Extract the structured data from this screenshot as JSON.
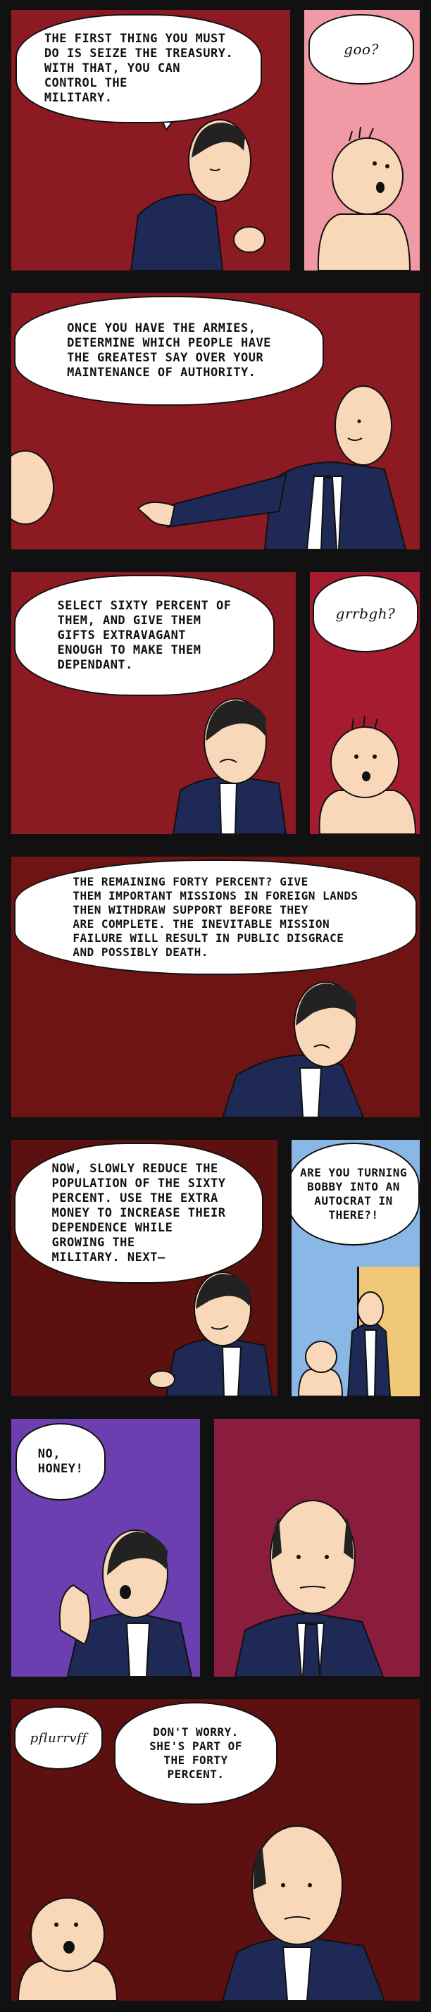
{
  "comic": {
    "panels": [
      {
        "id": "panel-1a",
        "speech": "THE FIRST THING YOU MUST\nDO IS SEIZE THE TREASURY.\nWITH THAT, YOU CAN\nCONTROL THE\nMILITARY.",
        "background": "#8b1a22"
      },
      {
        "id": "panel-1b",
        "speech": "goo?",
        "background": "#f09aa6"
      },
      {
        "id": "panel-2",
        "speech": "ONCE YOU HAVE THE ARMIES,\nDETERMINE WHICH PEOPLE HAVE\nTHE GREATEST SAY OVER YOUR\nMAINTENANCE OF AUTHORITY.",
        "background": "#8b1a22"
      },
      {
        "id": "panel-3a",
        "speech": "SELECT SIXTY PERCENT OF\nTHEM, AND GIVE THEM\nGIFTS EXTRAVAGANT\nENOUGH TO MAKE THEM\nDEPENDANT.",
        "background": "#8b1a22"
      },
      {
        "id": "panel-3b",
        "speech": "grrbgh?",
        "background": "#a51c30"
      },
      {
        "id": "panel-4",
        "speech": "THE REMAINING FORTY PERCENT? GIVE\nTHEM IMPORTANT MISSIONS IN FOREIGN LANDS\nTHEN WITHDRAW SUPPORT BEFORE THEY\nARE COMPLETE. THE INEVITABLE MISSION\nFAILURE WILL RESULT IN PUBLIC DISGRACE\nAND POSSIBLY DEATH.",
        "background": "#6f1414"
      },
      {
        "id": "panel-5a",
        "speech": "NOW, SLOWLY REDUCE THE\nPOPULATION OF THE SIXTY\nPERCENT. USE THE EXTRA\nMONEY TO INCREASE THEIR\nDEPENDENCE WHILE\nGROWING THE\nMILITARY. NEXT—",
        "background": "#5c1010"
      },
      {
        "id": "panel-5b",
        "speech": "ARE YOU TURNING\nBOBBY INTO AN\nAUTOCRAT IN\nTHERE?!",
        "background": "#8ab8e6"
      },
      {
        "id": "panel-6a",
        "speech": "NO,\nHONEY!",
        "background": "#6b3fb0"
      },
      {
        "id": "panel-6b",
        "speech": "",
        "background": "#8a1c3e"
      },
      {
        "id": "panel-7",
        "speech_left": "pflurrvff",
        "speech_right": "DON'T WORRY.\nSHE'S PART OF\nTHE FORTY\nPERCENT.",
        "background": "#5c1010"
      }
    ],
    "colors": {
      "border": "#111111",
      "skin": "#f8d8b8",
      "suit": "#1e2a55",
      "shirt": "#ffffff",
      "tie": "#1e2a55"
    }
  }
}
